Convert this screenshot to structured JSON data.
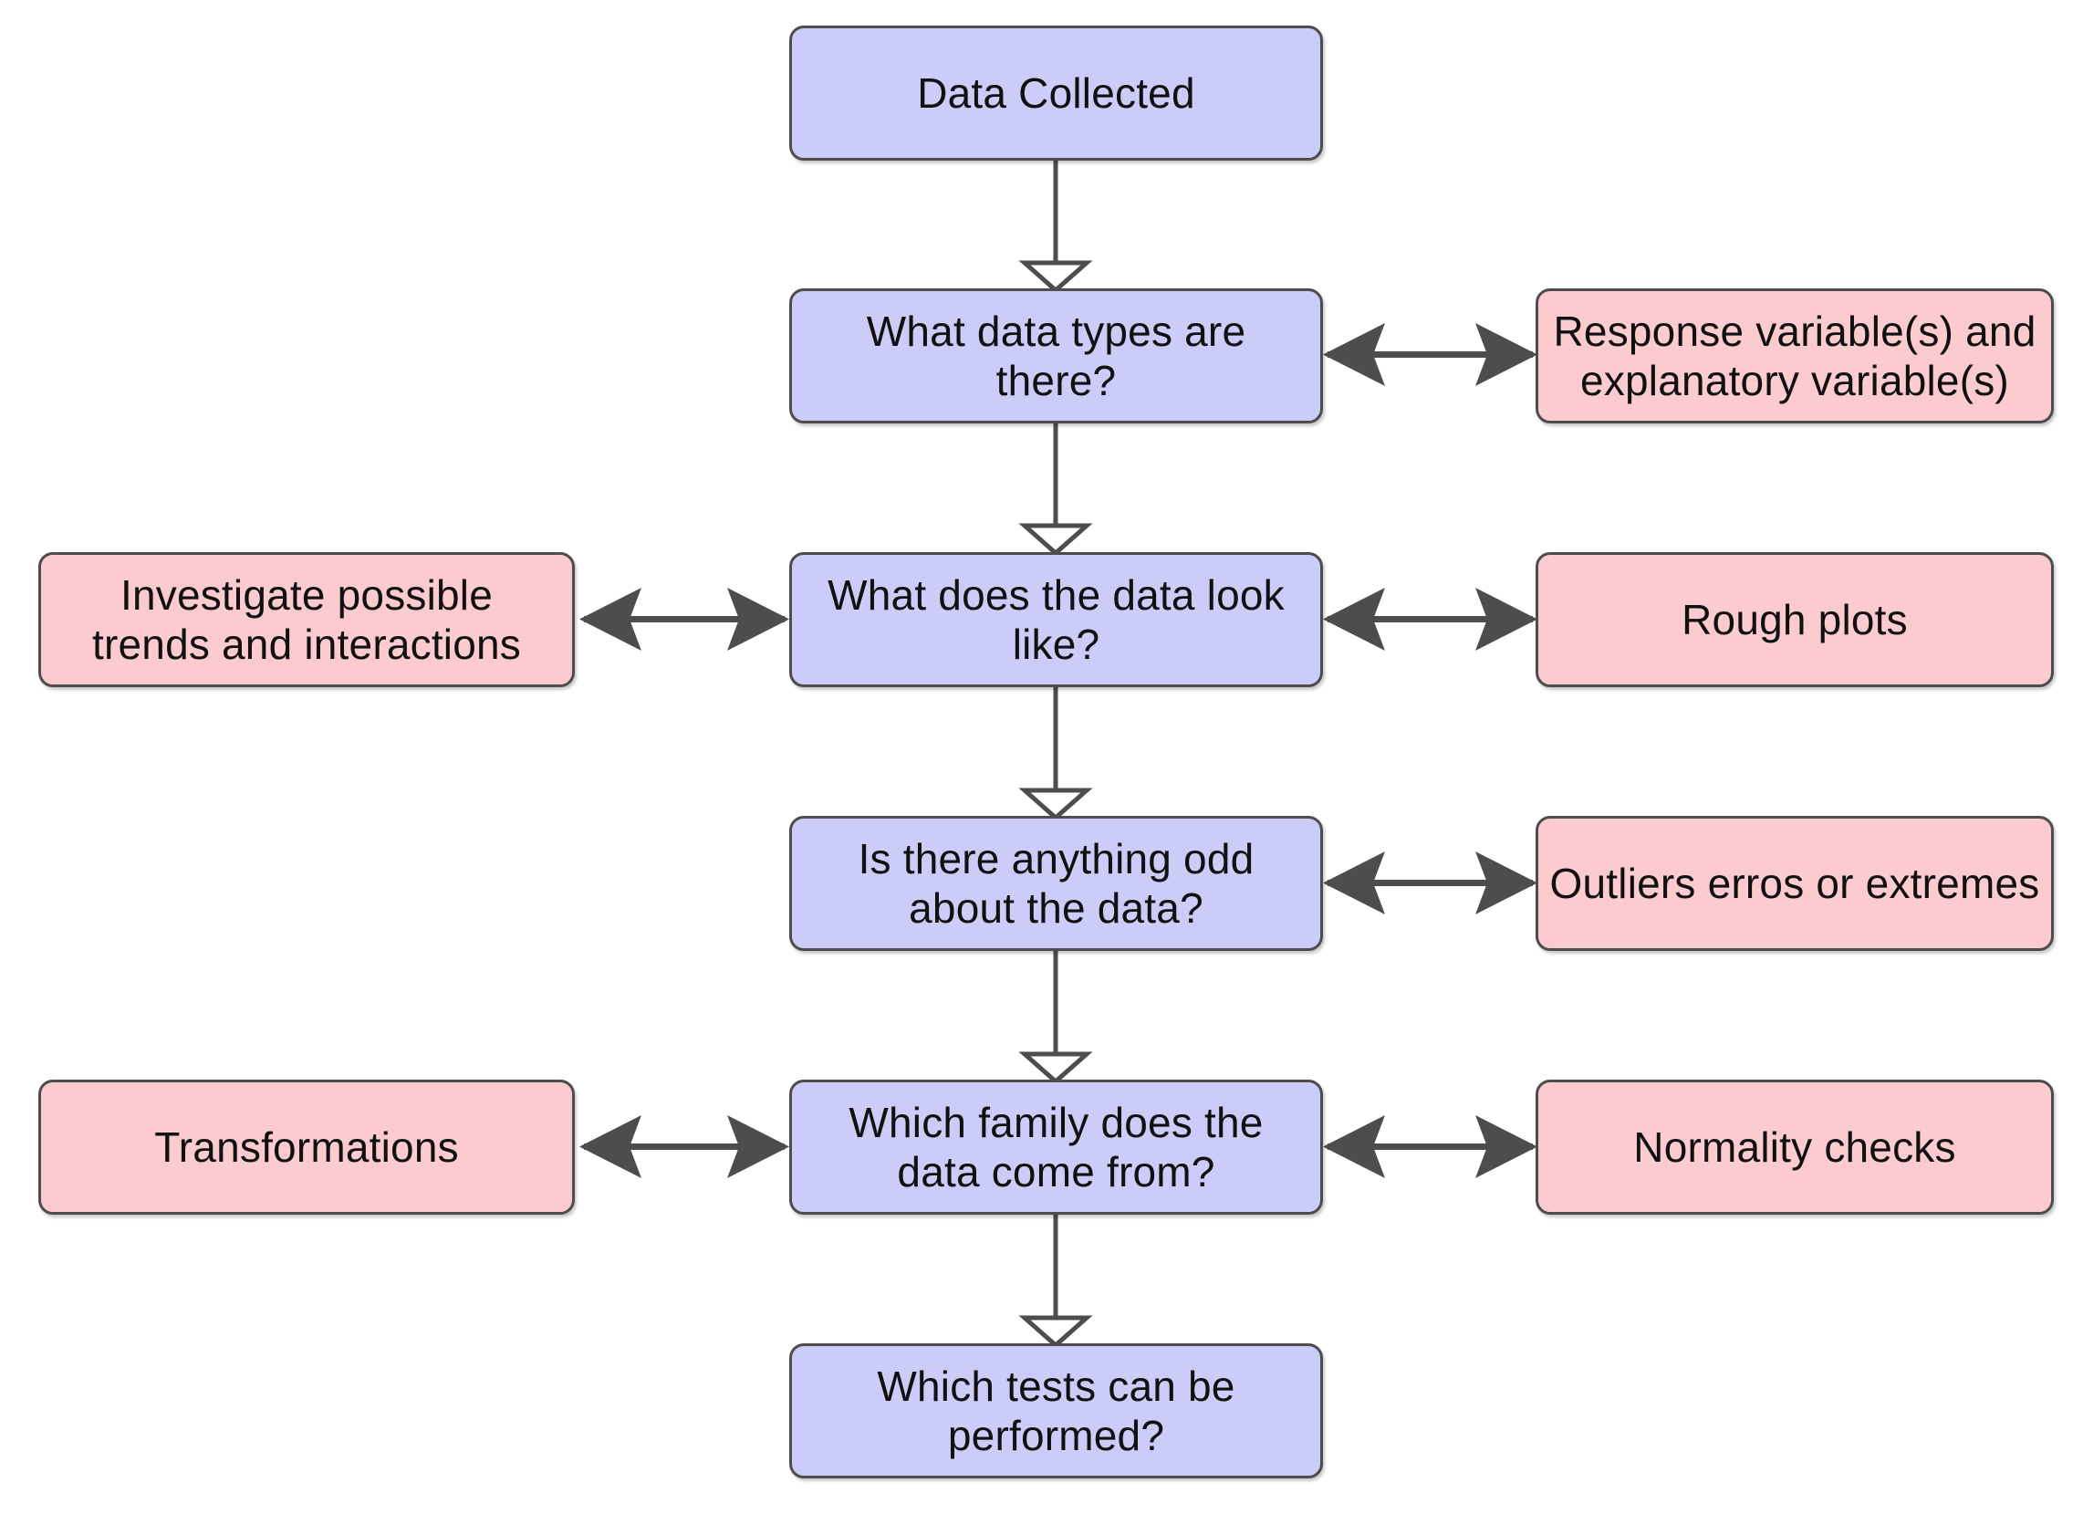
{
  "diagram": {
    "title": "Statistical data analysis decision flowchart",
    "type": "flowchart",
    "orientation": "top-to-bottom with lateral annotations",
    "colors": {
      "process_fill": "#ccccf8",
      "note_fill": "#fbcbcf",
      "node_border": "#4d4d4d",
      "connector": "#4d4d4d",
      "arrowhead_vertical_fill": "#ffffff",
      "arrowhead_horizontal_fill": "#4d4d4d",
      "background": "#ffffff",
      "text": "#111111"
    },
    "nodes": [
      {
        "id": "data-collected",
        "label": "Data Collected",
        "kind": "process"
      },
      {
        "id": "data-types",
        "label": "What data types are\nthere?",
        "kind": "process"
      },
      {
        "id": "response-explanatory",
        "label": "Response variable(s) and\nexplanatory variable(s)",
        "kind": "note"
      },
      {
        "id": "investigate-trends",
        "label": "Investigate possible\ntrends and interactions",
        "kind": "note"
      },
      {
        "id": "data-look-like",
        "label": "What does the data look\nlike?",
        "kind": "process"
      },
      {
        "id": "rough-plots",
        "label": "Rough plots",
        "kind": "note"
      },
      {
        "id": "anything-odd",
        "label": "Is there anything odd\nabout the data?",
        "kind": "process"
      },
      {
        "id": "outliers",
        "label": "Outliers erros or extremes",
        "kind": "note"
      },
      {
        "id": "transformations",
        "label": "Transformations",
        "kind": "note"
      },
      {
        "id": "which-family",
        "label": "Which family does the\ndata come from?",
        "kind": "process"
      },
      {
        "id": "normality-checks",
        "label": "Normality checks",
        "kind": "note"
      },
      {
        "id": "which-tests",
        "label": "Which tests can be\nperformed?",
        "kind": "process"
      }
    ],
    "edges": [
      {
        "from": "data-collected",
        "to": "data-types",
        "style": "vertical-open-arrow"
      },
      {
        "from": "data-types",
        "to": "data-look-like",
        "style": "vertical-open-arrow"
      },
      {
        "from": "data-look-like",
        "to": "anything-odd",
        "style": "vertical-open-arrow"
      },
      {
        "from": "anything-odd",
        "to": "which-family",
        "style": "vertical-open-arrow"
      },
      {
        "from": "which-family",
        "to": "which-tests",
        "style": "vertical-open-arrow"
      },
      {
        "from": "data-types",
        "to": "response-explanatory",
        "style": "horizontal-double-arrow"
      },
      {
        "from": "investigate-trends",
        "to": "data-look-like",
        "style": "horizontal-double-arrow"
      },
      {
        "from": "data-look-like",
        "to": "rough-plots",
        "style": "horizontal-double-arrow"
      },
      {
        "from": "anything-odd",
        "to": "outliers",
        "style": "horizontal-double-arrow"
      },
      {
        "from": "transformations",
        "to": "which-family",
        "style": "horizontal-double-arrow"
      },
      {
        "from": "which-family",
        "to": "normality-checks",
        "style": "horizontal-double-arrow"
      }
    ]
  }
}
